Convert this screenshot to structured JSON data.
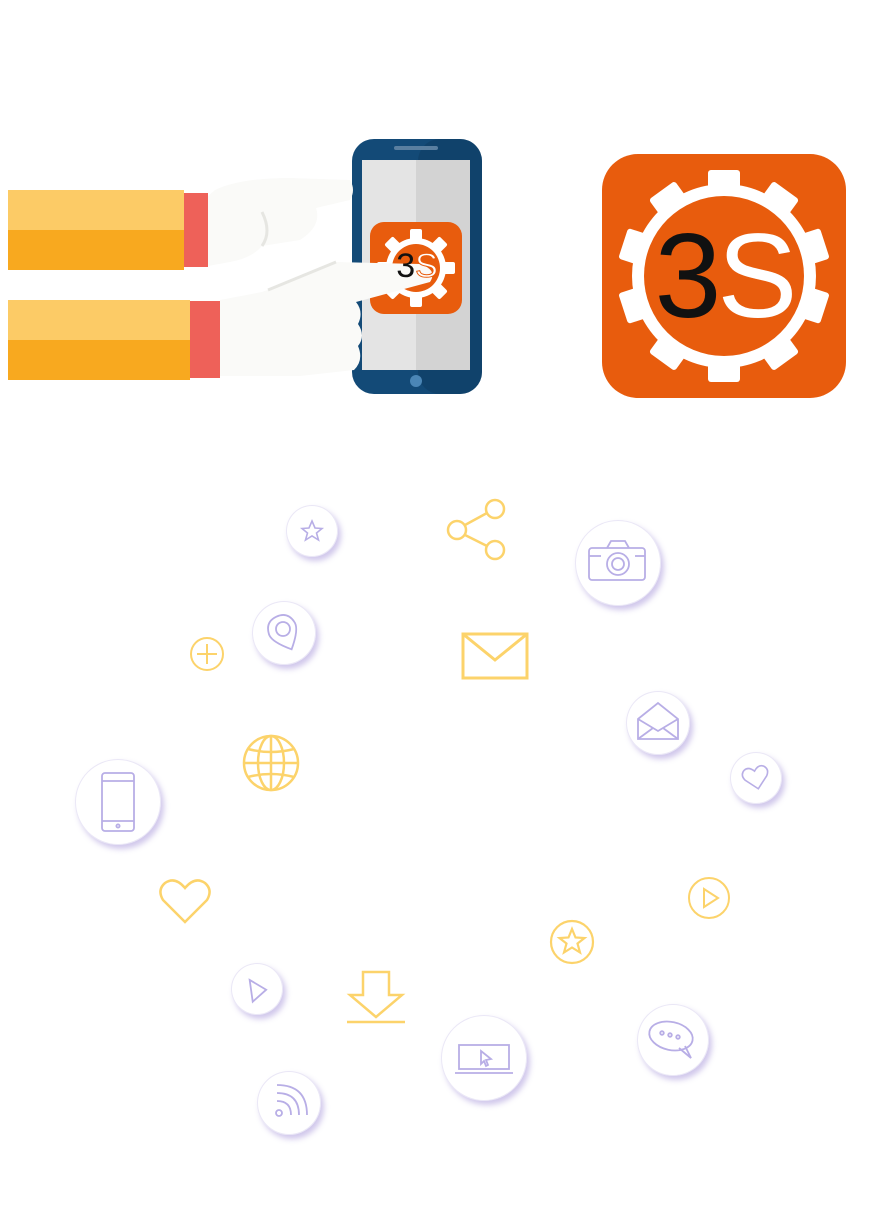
{
  "logo": {
    "text_part1": "3",
    "text_part2": "S",
    "bg_color": "#e85c0d",
    "gear_color": "#ffffff",
    "digit_color": "#111111"
  },
  "phone_logo": {
    "text_part1": "3",
    "text_part2": "S"
  },
  "colors": {
    "sleeve_light": "#fccb66",
    "sleeve_dark": "#f8a91f",
    "cuff": "#ee6159",
    "hand": "#fafaf8",
    "phone_body": "#134a77",
    "phone_screen": "#e2e2e2",
    "icon_yellow": "#fcd36b",
    "icon_purple": "#b8aee6"
  },
  "icons": [
    "star-icon",
    "share-icon",
    "camera-icon",
    "plus-icon",
    "location-pin-icon",
    "mail-icon",
    "open-envelope-icon",
    "heart-icon",
    "globe-icon",
    "mobile-icon",
    "heart-outline-icon",
    "play-icon",
    "star-circle-icon",
    "play-circle-icon",
    "download-icon",
    "laptop-icon",
    "chat-icon",
    "rss-icon"
  ]
}
